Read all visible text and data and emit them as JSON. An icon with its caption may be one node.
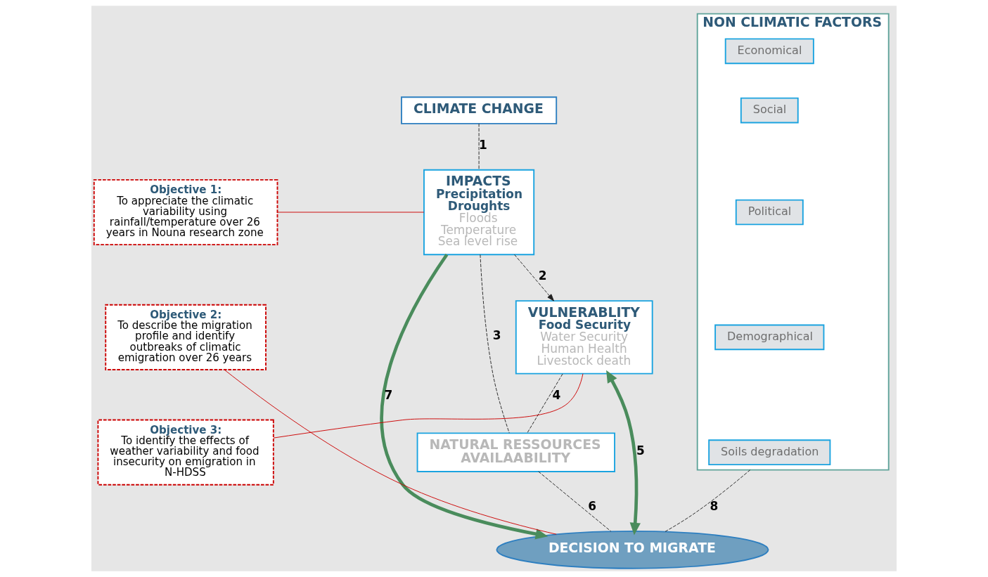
{
  "diagram": {
    "nodes": [
      {
        "text": [
          "CLIMATE CHANGE"
        ]
      },
      {
        "text": [
          "IMPACTS",
          "Precipitation",
          "Droughts",
          "Floods",
          "Temperature",
          "Sea level rise"
        ]
      },
      {
        "text": [
          "VULNERABLITY",
          "Food Security",
          "Water Security",
          "Human Health",
          "Livestock death"
        ]
      },
      {
        "text": [
          "NATURAL RESSOURCES AVAILAABILITY"
        ]
      },
      {
        "text": [
          "NON CLIMATIC FACTORS"
        ]
      },
      {
        "text": [
          "Economical"
        ],
        "in": 4
      },
      {
        "text": [
          "Social"
        ],
        "in": 4
      },
      {
        "text": [
          "Political"
        ],
        "in": 4
      },
      {
        "text": [
          "Demographical"
        ],
        "in": 4
      },
      {
        "text": [
          "Soils degradation"
        ],
        "in": 4
      },
      {
        "text": [
          "DECISION TO MIGRATE"
        ]
      },
      {
        "text": [
          "Objective 1:",
          "To appreciate the climatic variability using rainfall/temperature over 26 years in Nouna research zone"
        ]
      },
      {
        "text": [
          "Objective 2:",
          "To describe the migration profile and identify outbreaks of climatic emigration over 26 years"
        ]
      },
      {
        "text": [
          "Objective 3:",
          "To identify the effects of weather variability and food insecurity on emigration in N-HDSS"
        ]
      }
    ],
    "edges": [
      {
        "from": 0,
        "to": 1,
        "arrow": "none",
        "label": "1",
        "style": "dashed"
      },
      {
        "from": 1,
        "to": 2,
        "arrow": "to",
        "label": "2",
        "style": "dashed"
      },
      {
        "from": 1,
        "to": 3,
        "arrow": "none",
        "label": "3",
        "style": "dashed"
      },
      {
        "from": 2,
        "to": 3,
        "arrow": "none",
        "label": "4",
        "style": "dashed"
      },
      {
        "from": 2,
        "to": 10,
        "arrow": "both",
        "label": "5",
        "style": "thick",
        "color": "#4a8c5c"
      },
      {
        "from": 3,
        "to": 10,
        "arrow": "none",
        "label": "6",
        "style": "dashed"
      },
      {
        "from": 1,
        "to": 10,
        "arrow": "to",
        "label": "7",
        "style": "thick",
        "color": "#4a8c5c"
      },
      {
        "from": 4,
        "to": 10,
        "arrow": "none",
        "label": "8",
        "style": "dashed"
      },
      {
        "from": 1,
        "to": 11,
        "arrow": "none",
        "color": "#cc0000"
      },
      {
        "from": 10,
        "to": 12,
        "arrow": "none",
        "color": "#cc0000"
      },
      {
        "from": 2,
        "to": 13,
        "arrow": "none",
        "color": "#cc0000"
      }
    ]
  }
}
